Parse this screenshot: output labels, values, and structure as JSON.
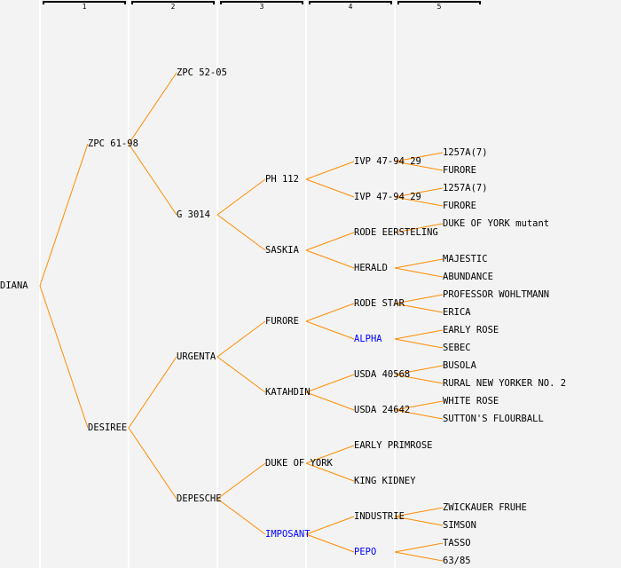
{
  "generations": [
    "1",
    "2",
    "3",
    "4",
    "5"
  ],
  "colors": {
    "line": "#ff8c00",
    "text": "#000000",
    "highlight": "#0000ff",
    "background": "#f3f3f3"
  },
  "tree": {
    "name": "DIANA",
    "parents": [
      {
        "name": "ZPC 61-98",
        "parents": [
          {
            "name": "ZPC 52-05",
            "parents": []
          },
          {
            "name": "G 3014",
            "parents": [
              {
                "name": "PH 112",
                "parents": [
                  {
                    "name": "IVP 47-94 29",
                    "parents": [
                      {
                        "name": "1257A(7)"
                      },
                      {
                        "name": "FURORE"
                      }
                    ]
                  },
                  {
                    "name": "IVP 47-94 29",
                    "parents": [
                      {
                        "name": "1257A(7)"
                      },
                      {
                        "name": "FURORE"
                      }
                    ]
                  }
                ]
              },
              {
                "name": "SASKIA",
                "parents": [
                  {
                    "name": "RODE EERSTELING",
                    "parents": [
                      {
                        "name": "DUKE OF YORK mutant"
                      }
                    ]
                  },
                  {
                    "name": "HERALD",
                    "parents": [
                      {
                        "name": "MAJESTIC"
                      },
                      {
                        "name": "ABUNDANCE"
                      }
                    ]
                  }
                ]
              }
            ]
          }
        ]
      },
      {
        "name": "DESIREE",
        "parents": [
          {
            "name": "URGENTA",
            "parents": [
              {
                "name": "FURORE",
                "parents": [
                  {
                    "name": "RODE STAR",
                    "parents": [
                      {
                        "name": "PROFESSOR WOHLTMANN"
                      },
                      {
                        "name": "ERICA"
                      }
                    ]
                  },
                  {
                    "name": "ALPHA",
                    "highlight": true,
                    "parents": [
                      {
                        "name": "EARLY ROSE"
                      },
                      {
                        "name": "SEBEC"
                      }
                    ]
                  }
                ]
              },
              {
                "name": "KATAHDIN",
                "parents": [
                  {
                    "name": "USDA 40568",
                    "parents": [
                      {
                        "name": "BUSOLA"
                      },
                      {
                        "name": "RURAL NEW YORKER NO. 2"
                      }
                    ]
                  },
                  {
                    "name": "USDA 24642",
                    "parents": [
                      {
                        "name": "WHITE ROSE"
                      },
                      {
                        "name": "SUTTON'S FLOURBALL"
                      }
                    ]
                  }
                ]
              }
            ]
          },
          {
            "name": "DEPESCHE",
            "parents": [
              {
                "name": "DUKE OF YORK",
                "parents": [
                  {
                    "name": "EARLY PRIMROSE",
                    "parents": []
                  },
                  {
                    "name": "KING KIDNEY",
                    "parents": []
                  }
                ]
              },
              {
                "name": "IMPOSANT",
                "highlight": true,
                "parents": [
                  {
                    "name": "INDUSTRIE",
                    "parents": [
                      {
                        "name": "ZWICKAUER FRUHE"
                      },
                      {
                        "name": "SIMSON"
                      }
                    ]
                  },
                  {
                    "name": "PEPO",
                    "highlight": true,
                    "parents": [
                      {
                        "name": "TASSO"
                      },
                      {
                        "name": "63/85"
                      }
                    ]
                  }
                ]
              }
            ]
          }
        ]
      }
    ]
  }
}
